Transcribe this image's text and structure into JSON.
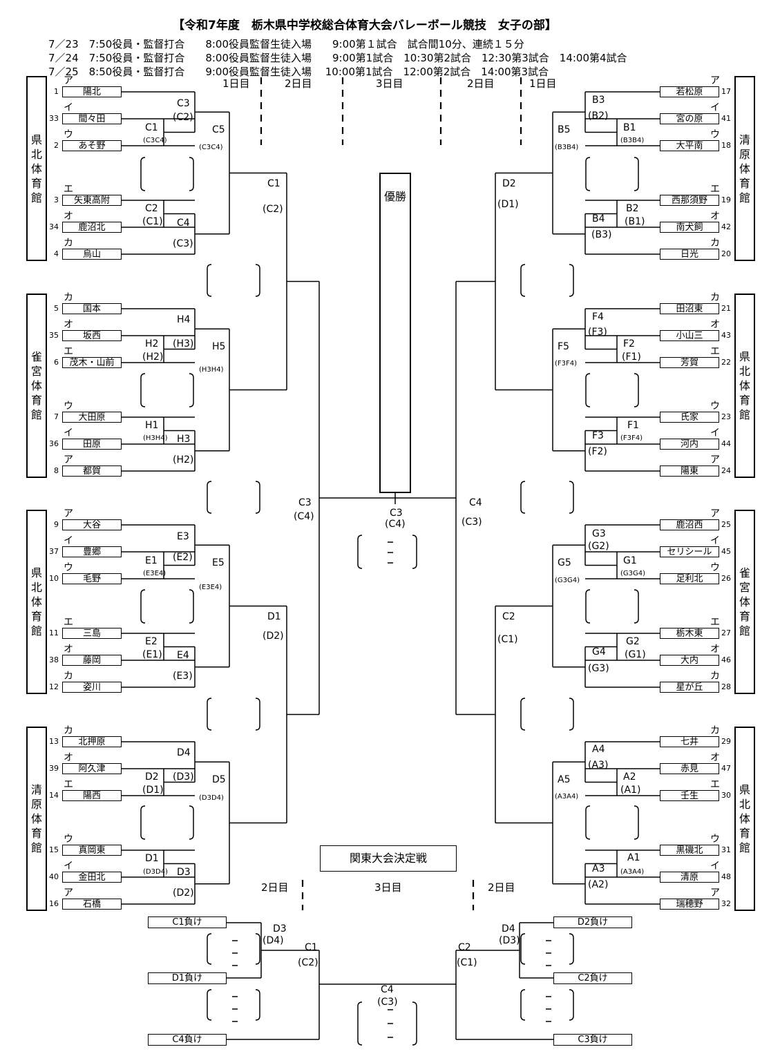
{
  "title": "【令和7年度　栃木県中学校総合体育大会バレーボール競技　女子の部】",
  "schedule": [
    "7／23　7:50役員・監督打合　　8:00役員監督生徒入場　　9:00第１試合　試合間10分、連続１５分",
    "7／24　7:50役員・監督打合　　8:00役員監督生徒入場　　9:00第1試合　10:30第2試合　12:30第3試合　14:00第4試合",
    "7／25　8:50役員・監督打合　　9:00役員監督生徒入場　 10:00第1試合　12:00第2試合　14:00第3試合"
  ],
  "days": {
    "d1": "1日目",
    "d2": "2日目",
    "d3": "3日目"
  },
  "venues": {
    "kenpoku": "県北体育館",
    "suzumenomiya": "雀宮体育館",
    "kiyohara": "清原体育館"
  },
  "left_teams": [
    {
      "seed": "1",
      "kana": "ア",
      "name": "陽北"
    },
    {
      "seed": "33",
      "kana": "イ",
      "name": "間々田"
    },
    {
      "seed": "2",
      "kana": "ウ",
      "name": "あそ野"
    },
    {
      "seed": "3",
      "kana": "エ",
      "name": "矢東高附"
    },
    {
      "seed": "34",
      "kana": "オ",
      "name": "鹿沼北"
    },
    {
      "seed": "4",
      "kana": "カ",
      "name": "烏山"
    },
    {
      "seed": "5",
      "kana": "カ",
      "name": "国本"
    },
    {
      "seed": "35",
      "kana": "オ",
      "name": "坂西"
    },
    {
      "seed": "6",
      "kana": "エ",
      "name": "茂木・山前"
    },
    {
      "seed": "7",
      "kana": "ウ",
      "name": "大田原"
    },
    {
      "seed": "36",
      "kana": "イ",
      "name": "田原"
    },
    {
      "seed": "8",
      "kana": "ア",
      "name": "都賀"
    },
    {
      "seed": "9",
      "kana": "ア",
      "name": "大谷"
    },
    {
      "seed": "37",
      "kana": "イ",
      "name": "豊郷"
    },
    {
      "seed": "10",
      "kana": "ウ",
      "name": "毛野"
    },
    {
      "seed": "11",
      "kana": "エ",
      "name": "三島"
    },
    {
      "seed": "38",
      "kana": "オ",
      "name": "藤岡"
    },
    {
      "seed": "12",
      "kana": "カ",
      "name": "姿川"
    },
    {
      "seed": "13",
      "kana": "カ",
      "name": "北押原"
    },
    {
      "seed": "39",
      "kana": "オ",
      "name": "阿久津"
    },
    {
      "seed": "14",
      "kana": "エ",
      "name": "陽西"
    },
    {
      "seed": "15",
      "kana": "ウ",
      "name": "真岡東"
    },
    {
      "seed": "40",
      "kana": "イ",
      "name": "金田北"
    },
    {
      "seed": "16",
      "kana": "ア",
      "name": "石橋"
    }
  ],
  "right_teams": [
    {
      "seed": "17",
      "kana": "ア",
      "name": "若松原"
    },
    {
      "seed": "41",
      "kana": "イ",
      "name": "宮の原"
    },
    {
      "seed": "18",
      "kana": "ウ",
      "name": "大平南"
    },
    {
      "seed": "19",
      "kana": "エ",
      "name": "西那須野"
    },
    {
      "seed": "42",
      "kana": "オ",
      "name": "南犬飼"
    },
    {
      "seed": "20",
      "kana": "カ",
      "name": "日光"
    },
    {
      "seed": "21",
      "kana": "カ",
      "name": "田沼東"
    },
    {
      "seed": "43",
      "kana": "オ",
      "name": "小山三"
    },
    {
      "seed": "22",
      "kana": "エ",
      "name": "芳賀"
    },
    {
      "seed": "23",
      "kana": "ウ",
      "name": "氏家"
    },
    {
      "seed": "44",
      "kana": "イ",
      "name": "河内"
    },
    {
      "seed": "24",
      "kana": "ア",
      "name": "陽東"
    },
    {
      "seed": "25",
      "kana": "ア",
      "name": "鹿沼西"
    },
    {
      "seed": "45",
      "kana": "イ",
      "name": "セリシール"
    },
    {
      "seed": "26",
      "kana": "ウ",
      "name": "足利北"
    },
    {
      "seed": "27",
      "kana": "エ",
      "name": "栃木東"
    },
    {
      "seed": "46",
      "kana": "オ",
      "name": "大内"
    },
    {
      "seed": "28",
      "kana": "カ",
      "name": "星が丘"
    },
    {
      "seed": "29",
      "kana": "カ",
      "name": "七井"
    },
    {
      "seed": "47",
      "kana": "オ",
      "name": "赤見"
    },
    {
      "seed": "30",
      "kana": "エ",
      "name": "壬生"
    },
    {
      "seed": "31",
      "kana": "ウ",
      "name": "黒磯北"
    },
    {
      "seed": "48",
      "kana": "イ",
      "name": "清原"
    },
    {
      "seed": "32",
      "kana": "ア",
      "name": "瑞穂野"
    }
  ],
  "match_labels": {
    "C3": "C3",
    "C2p": "(C2)",
    "C1": "C1",
    "C3C4s": "(C3C4)",
    "C5": "C5",
    "C3C4": "(C3C4)",
    "C2": "C2",
    "C1p": "(C1)",
    "C4": "C4",
    "C3p": "(C3)",
    "H4": "H4",
    "H3p": "(H3)",
    "H2": "H2",
    "H2p": "(H2)",
    "H5": "H5",
    "H3H4": "(H3H4)",
    "H1": "H1",
    "H3H4s": "(H3H4)",
    "H3": "H3",
    "E3": "E3",
    "E2p": "(E2)",
    "E1": "E1",
    "E3E4s": "(E3E4)",
    "E5": "E5",
    "E3E4": "(E3E4)",
    "E2": "E2",
    "E1p": "(E1)",
    "E4": "E4",
    "E3p": "(E3)",
    "D4": "D4",
    "D3p": "(D3)",
    "D2": "D2",
    "D1p": "(D1)",
    "D5": "D5",
    "D3D4": "(D3D4)",
    "D1": "D1",
    "D3D4s": "(D3D4)",
    "D3": "D3",
    "D2p": "(D2)",
    "Q1": "C1",
    "Q1p": "(C2)",
    "Q2": "D1",
    "Q2p": "(D2)",
    "S1": "C3",
    "S1p": "(C4)",
    "F1": "C3",
    "F1p": "(C4)",
    "B3": "B3",
    "B2p": "(B2)",
    "B1": "B1",
    "B3B4s": "(B3B4)",
    "B5": "B5",
    "B3B4": "(B3B4)",
    "B2": "B2",
    "B1p": "(B1)",
    "B4": "B4",
    "B3p": "(B3)",
    "F4": "F4",
    "F3p": "(F3)",
    "F2": "F2",
    "F1pp": "(F1)",
    "F5": "F5",
    "F3F4": "(F3F4)",
    "Fx1": "F1",
    "F3F4s": "(F3F4)",
    "F3": "F3",
    "F2p": "(F2)",
    "G3": "G3",
    "G2p": "(G2)",
    "G1": "G1",
    "G3G4s": "(G3G4)",
    "G5": "G5",
    "G3G4": "(G3G4)",
    "G2": "G2",
    "G1p": "(G1)",
    "G4": "G4",
    "G3p": "(G3)",
    "A4": "A4",
    "A3p": "(A3)",
    "A2": "A2",
    "A1p": "(A1)",
    "A5": "A5",
    "A3A4": "(A3A4)",
    "A1": "A1",
    "A3A4s": "(A3A4)",
    "A3": "A3",
    "A2p": "(A2)",
    "RQ1": "D2",
    "RQ1p": "(D1)",
    "RQ2": "C2",
    "RQ2p": "(C1)",
    "RS": "C4",
    "RSp": "(C3)"
  },
  "winner_label": "優勝",
  "kanto_label": "関東大会決定戦",
  "kanto": {
    "left": {
      "D3": "D3",
      "D4p": "(D4)",
      "C1": "C1",
      "C2p": "(C2)"
    },
    "right": {
      "D4": "D4",
      "D3p": "(D3)",
      "C2": "C2",
      "C1p": "(C1)"
    },
    "final": {
      "C4": "C4",
      "C3p": "(C3)"
    },
    "losers": {
      "c1": "C1負け",
      "d1": "D1負け",
      "c4": "C4負け",
      "d2": "D2負け",
      "c2": "C2負け",
      "c3": "C3負け"
    }
  }
}
